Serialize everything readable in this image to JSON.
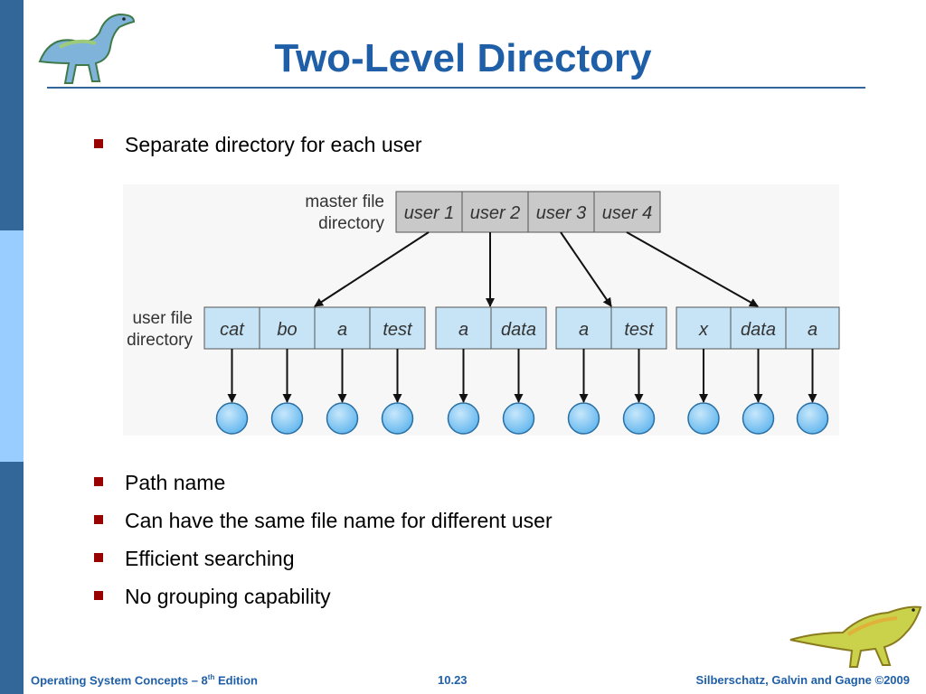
{
  "slide": {
    "title": "Two-Level Directory",
    "bullets_top": [
      "Separate directory for each user"
    ],
    "bullets_bottom": [
      "Path name",
      "Can have the same file name for different user",
      "Efficient searching",
      "No grouping capability"
    ]
  },
  "diagram": {
    "master_label": [
      "master file",
      "directory"
    ],
    "user_label": [
      "user file",
      "directory"
    ],
    "master_entries": [
      "user 1",
      "user 2",
      "user 3",
      "user 4"
    ],
    "user_directories": [
      {
        "owner": "user 1",
        "entries": [
          "cat",
          "bo",
          "a",
          "test"
        ]
      },
      {
        "owner": "user 2",
        "entries": [
          "a",
          "data"
        ]
      },
      {
        "owner": "user 3",
        "entries": [
          "a",
          "test"
        ]
      },
      {
        "owner": "user 4",
        "entries": [
          "x",
          "data",
          "a"
        ]
      }
    ]
  },
  "footer": {
    "left_main": "Operating System Concepts – 8",
    "left_sup": "th",
    "left_suffix": " Edition",
    "page": "10.23",
    "right": "Silberschatz, Galvin and Gagne ©2009"
  },
  "colors": {
    "accent_blue": "#1f5fa8",
    "left_bar_dark": "#336699",
    "left_bar_light": "#99ccff",
    "bullet": "#990000",
    "master_box": "#c9c9c9",
    "user_box": "#c6e4f6",
    "file_node": "#5fb5ee"
  },
  "icons": {
    "top_left": "dinosaur-icon",
    "bottom_right": "dinosaur-icon"
  }
}
